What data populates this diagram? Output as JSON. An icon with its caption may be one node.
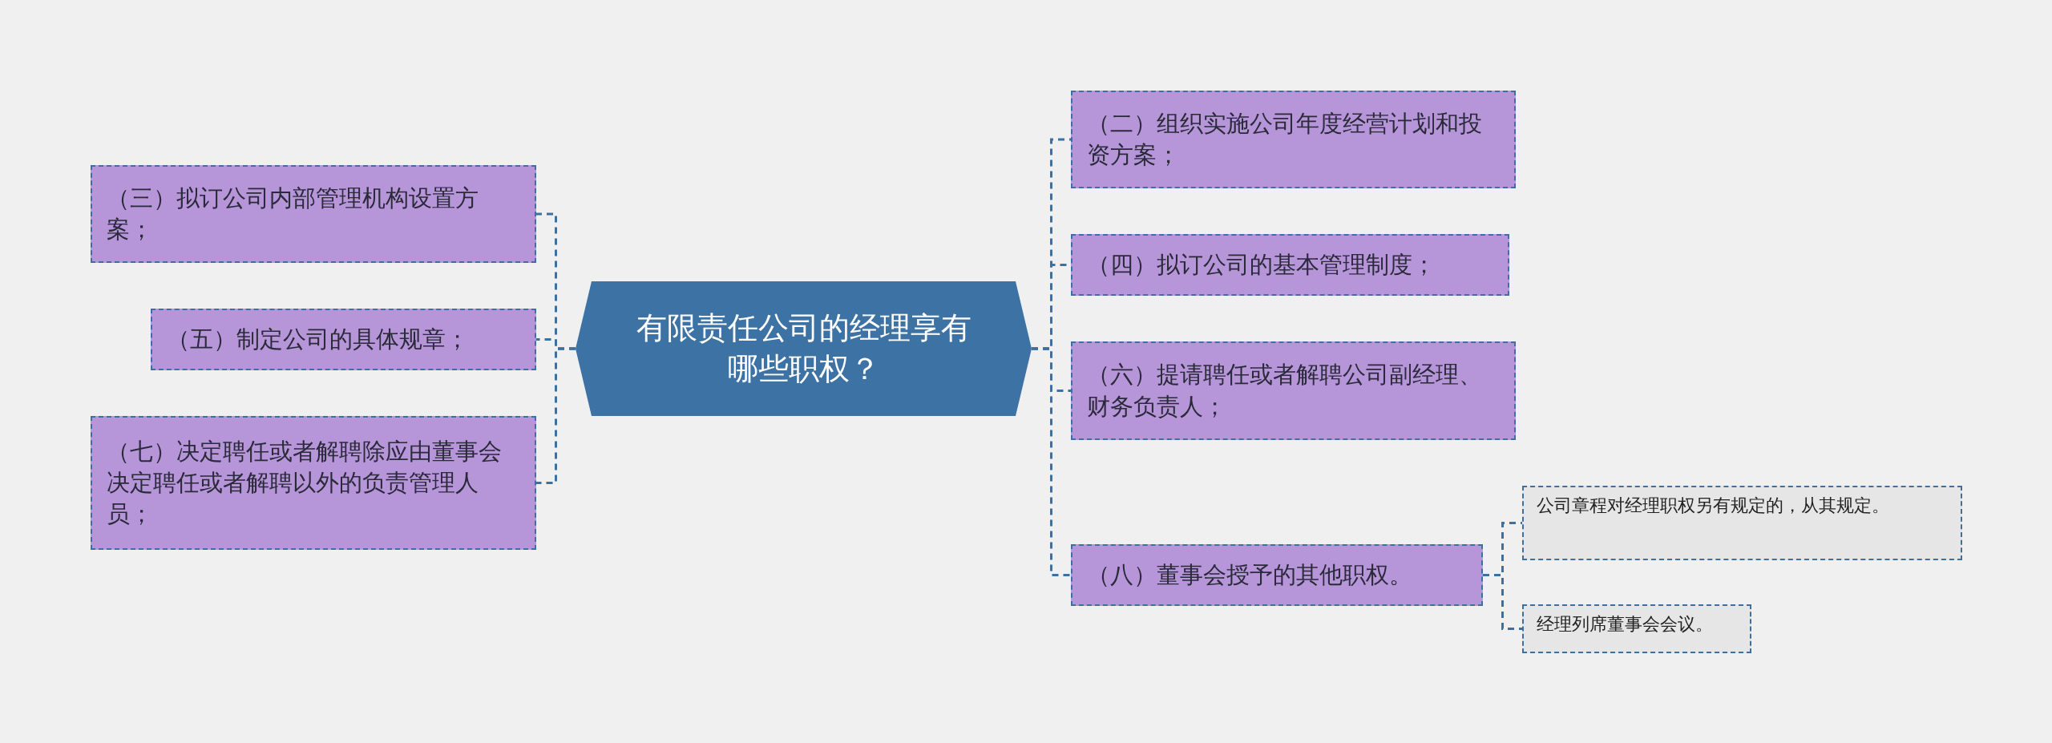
{
  "diagram": {
    "nodes": [
      {
        "text": [
          "有限责任公司的经理享有哪些职权？"
        ]
      },
      {
        "text": [
          "（三）拟订公司内部管理机构设置方案；"
        ]
      },
      {
        "text": [
          "（五）制定公司的具体规章；"
        ]
      },
      {
        "text": [
          "（七）决定聘任或者解聘除应由董事会决定聘任或者解聘以外的负责管理人员；"
        ]
      },
      {
        "text": [
          "（二）组织实施公司年度经营计划和投资方案；"
        ]
      },
      {
        "text": [
          "（四）拟订公司的基本管理制度；"
        ]
      },
      {
        "text": [
          "（六）提请聘任或者解聘公司副经理、财务负责人；"
        ]
      },
      {
        "text": [
          "（八）董事会授予的其他职权。"
        ]
      },
      {
        "text": [
          "公司章程对经理职权另有规定的，从其规定。"
        ]
      },
      {
        "text": [
          "经理列席董事会会议。"
        ]
      }
    ],
    "edges": [
      {
        "from": 0,
        "to": 1,
        "arrow": "none",
        "style": "dashed"
      },
      {
        "from": 0,
        "to": 2,
        "arrow": "none",
        "style": "dashed"
      },
      {
        "from": 0,
        "to": 3,
        "arrow": "none",
        "style": "dashed"
      },
      {
        "from": 0,
        "to": 4,
        "arrow": "none",
        "style": "dashed"
      },
      {
        "from": 0,
        "to": 5,
        "arrow": "none",
        "style": "dashed"
      },
      {
        "from": 0,
        "to": 6,
        "arrow": "none",
        "style": "dashed"
      },
      {
        "from": 0,
        "to": 7,
        "arrow": "none",
        "style": "dashed"
      },
      {
        "from": 7,
        "to": 8,
        "arrow": "none",
        "style": "dashed"
      },
      {
        "from": 7,
        "to": 9,
        "arrow": "none",
        "style": "dashed"
      }
    ]
  }
}
